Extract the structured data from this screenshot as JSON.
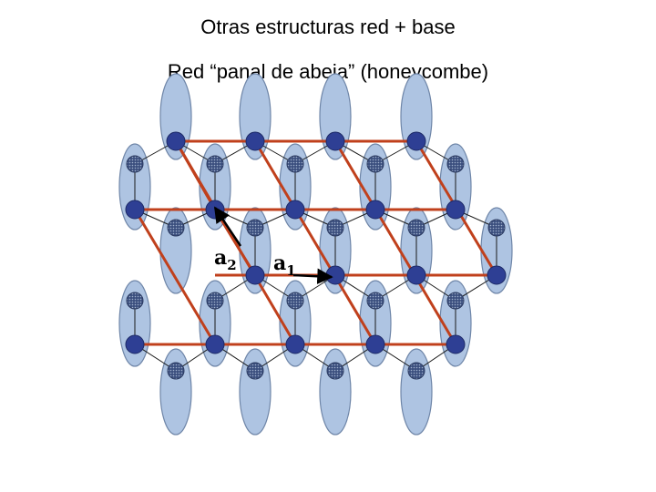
{
  "slide": {
    "title": "Otras estructuras red + base",
    "subtitle": "Red “panal de abeja” (honeycombe)"
  },
  "vectors": {
    "a1": {
      "symbol": "a",
      "sub": "1"
    },
    "a2": {
      "symbol": "a",
      "sub": "2"
    }
  },
  "colors": {
    "orbital_fill": "#aec4e2",
    "orbital_stroke": "#6f86a8",
    "atom": "#2e3f94",
    "atom_dotted": "#3b4f7e",
    "lattice_line": "#c0401c",
    "bond": "#1a1a1a",
    "arrow": "#000000"
  }
}
